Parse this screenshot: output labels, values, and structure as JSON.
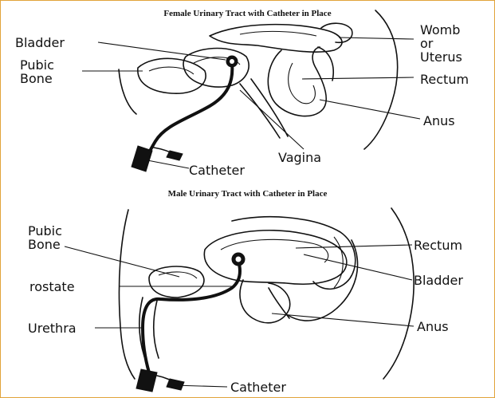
{
  "top": {
    "title": "Female Urinary Tract with Catheter in Place",
    "labels": {
      "bladder": "Bladder",
      "pubic_bone_1": "Pubic",
      "pubic_bone_2": "Bone",
      "womb_1": "Womb",
      "womb_2": "or",
      "womb_3": "Uterus",
      "rectum": "Rectum",
      "anus": "Anus",
      "vagina": "Vagina",
      "catheter": "Catheter"
    }
  },
  "bottom": {
    "title": "Male Urinary Tract with Catheter in Place",
    "labels": {
      "pubic_bone_1": "Pubic",
      "pubic_bone_2": "Bone",
      "prostate": "rostate",
      "urethra": "Urethra",
      "rectum": "Rectum",
      "bladder": "Bladder",
      "anus": "Anus",
      "catheter": "Catheter"
    }
  },
  "colors": {
    "border": "#e1a33a",
    "ink": "#111111"
  }
}
